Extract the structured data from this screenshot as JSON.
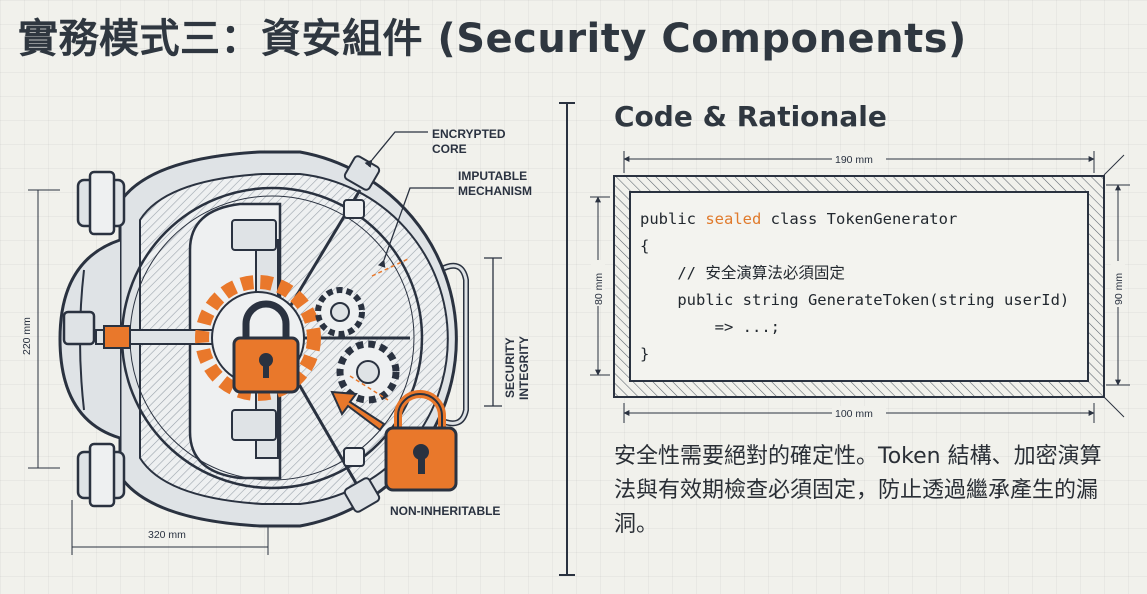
{
  "title": "實務模式三：資安組件 (Security Components)",
  "diagram": {
    "callouts": {
      "encrypted_core": [
        "ENCRYPTED",
        "CORE"
      ],
      "imputable_mechanism": [
        "IMPUTABLE",
        "MECHANISM"
      ],
      "security_integrity": [
        "SECURITY",
        "INTEGRITY"
      ],
      "non_inheritable": "NON-INHERITABLE"
    },
    "dimensions": {
      "height": "220 mm",
      "width": "320 mm"
    }
  },
  "code_panel": {
    "heading": "Code & Rationale",
    "dims": {
      "top": "190 mm",
      "bottom": "100 mm",
      "left": "80 mm",
      "right": "90 mm"
    },
    "code": {
      "l1_a": "public ",
      "l1_kw": "sealed",
      "l1_b": " class TokenGenerator",
      "l2": "{",
      "l3": "    // 安全演算法必須固定",
      "l4": "    public string GenerateToken(string userId)",
      "l5": "        => ...;",
      "l6": "}"
    },
    "description": "安全性需要絕對的確定性。Token 結構、加密演算法與有效期檢查必須固定，防止透過繼承產生的漏洞。"
  },
  "colors": {
    "accent": "#e9782b",
    "ink": "#2a3240",
    "steel": "#dfe3e6"
  }
}
